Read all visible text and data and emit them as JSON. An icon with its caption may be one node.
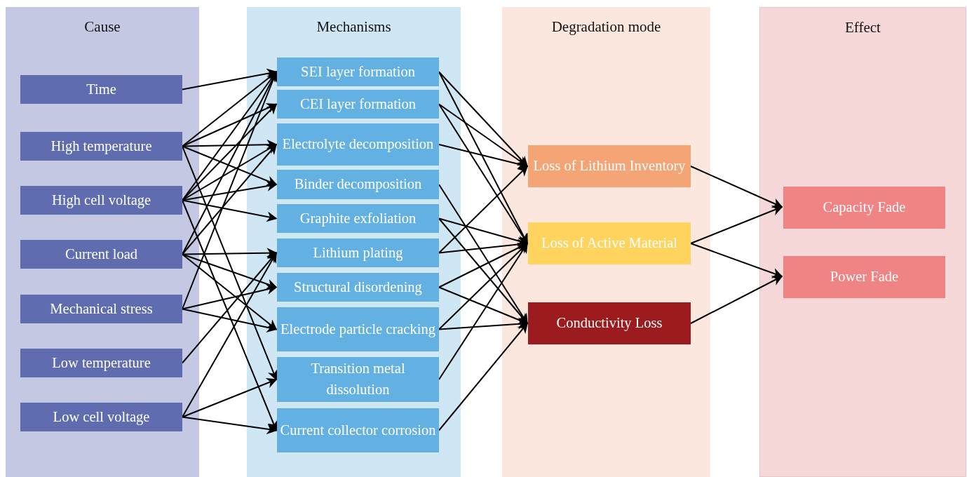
{
  "diagram": {
    "nodes": [
      {
        "text": [
          "Cause"
        ]
      },
      {
        "text": [
          "Mechanisms"
        ]
      },
      {
        "text": [
          "Degradation mode"
        ]
      },
      {
        "text": [
          "Effect"
        ]
      },
      {
        "text": [
          "Time"
        ],
        "in": 0
      },
      {
        "text": [
          "High temperature"
        ],
        "in": 0
      },
      {
        "text": [
          "High cell voltage"
        ],
        "in": 0
      },
      {
        "text": [
          "Current load"
        ],
        "in": 0
      },
      {
        "text": [
          "Mechanical stress"
        ],
        "in": 0
      },
      {
        "text": [
          "Low temperature"
        ],
        "in": 0
      },
      {
        "text": [
          "Low cell voltage"
        ],
        "in": 0
      },
      {
        "text": [
          "SEI layer formation"
        ],
        "in": 1
      },
      {
        "text": [
          "CEI layer formation"
        ],
        "in": 1
      },
      {
        "text": [
          "Electrolyte decomposition"
        ],
        "in": 1
      },
      {
        "text": [
          "Binder decomposition"
        ],
        "in": 1
      },
      {
        "text": [
          "Graphite exfoliation"
        ],
        "in": 1
      },
      {
        "text": [
          "Lithium plating"
        ],
        "in": 1
      },
      {
        "text": [
          "Structural disordening"
        ],
        "in": 1
      },
      {
        "text": [
          "Electrode particle cracking"
        ],
        "in": 1
      },
      {
        "text": [
          "Transition metal dissolution"
        ],
        "in": 1
      },
      {
        "text": [
          "Current collector corrosion"
        ],
        "in": 1
      },
      {
        "text": [
          "Loss of Lithium Inventory"
        ],
        "in": 2
      },
      {
        "text": [
          "Loss of Active Material"
        ],
        "in": 2
      },
      {
        "text": [
          "Conductivity Loss"
        ],
        "in": 2
      },
      {
        "text": [
          "Capacity Fade"
        ],
        "in": 3
      },
      {
        "text": [
          "Power Fade"
        ],
        "in": 3
      }
    ],
    "edges": [
      {
        "from": 4,
        "to": 11,
        "arrow": "to"
      },
      {
        "from": 5,
        "to": 11,
        "arrow": "to"
      },
      {
        "from": 5,
        "to": 12,
        "arrow": "to"
      },
      {
        "from": 5,
        "to": 13,
        "arrow": "to"
      },
      {
        "from": 5,
        "to": 14,
        "arrow": "to"
      },
      {
        "from": 5,
        "to": 19,
        "arrow": "to"
      },
      {
        "from": 6,
        "to": 11,
        "arrow": "to"
      },
      {
        "from": 6,
        "to": 12,
        "arrow": "to"
      },
      {
        "from": 6,
        "to": 13,
        "arrow": "to"
      },
      {
        "from": 6,
        "to": 14,
        "arrow": "to"
      },
      {
        "from": 6,
        "to": 15,
        "arrow": "to"
      },
      {
        "from": 6,
        "to": 20,
        "arrow": "to"
      },
      {
        "from": 7,
        "to": 11,
        "arrow": "to"
      },
      {
        "from": 7,
        "to": 13,
        "arrow": "to"
      },
      {
        "from": 7,
        "to": 16,
        "arrow": "to"
      },
      {
        "from": 7,
        "to": 17,
        "arrow": "to"
      },
      {
        "from": 7,
        "to": 18,
        "arrow": "to"
      },
      {
        "from": 8,
        "to": 11,
        "arrow": "to"
      },
      {
        "from": 8,
        "to": 17,
        "arrow": "to"
      },
      {
        "from": 8,
        "to": 18,
        "arrow": "to"
      },
      {
        "from": 9,
        "to": 16,
        "arrow": "to"
      },
      {
        "from": 10,
        "to": 16,
        "arrow": "to"
      },
      {
        "from": 10,
        "to": 19,
        "arrow": "to"
      },
      {
        "from": 10,
        "to": 20,
        "arrow": "to"
      },
      {
        "from": 11,
        "to": 21,
        "arrow": "to"
      },
      {
        "from": 11,
        "to": 22,
        "arrow": "to"
      },
      {
        "from": 12,
        "to": 21,
        "arrow": "to"
      },
      {
        "from": 12,
        "to": 22,
        "arrow": "to"
      },
      {
        "from": 13,
        "to": 21,
        "arrow": "to"
      },
      {
        "from": 14,
        "to": 23,
        "arrow": "to"
      },
      {
        "from": 15,
        "to": 22,
        "arrow": "to"
      },
      {
        "from": 15,
        "to": 23,
        "arrow": "to"
      },
      {
        "from": 16,
        "to": 21,
        "arrow": "to"
      },
      {
        "from": 16,
        "to": 22,
        "arrow": "to"
      },
      {
        "from": 17,
        "to": 22,
        "arrow": "to"
      },
      {
        "from": 17,
        "to": 23,
        "arrow": "to"
      },
      {
        "from": 18,
        "to": 22,
        "arrow": "to"
      },
      {
        "from": 18,
        "to": 23,
        "arrow": "to"
      },
      {
        "from": 19,
        "to": 22,
        "arrow": "to"
      },
      {
        "from": 20,
        "to": 23,
        "arrow": "to"
      },
      {
        "from": 21,
        "to": 24,
        "arrow": "to"
      },
      {
        "from": 22,
        "to": 24,
        "arrow": "to"
      },
      {
        "from": 22,
        "to": 25,
        "arrow": "to"
      },
      {
        "from": 23,
        "to": 25,
        "arrow": "to"
      }
    ]
  }
}
